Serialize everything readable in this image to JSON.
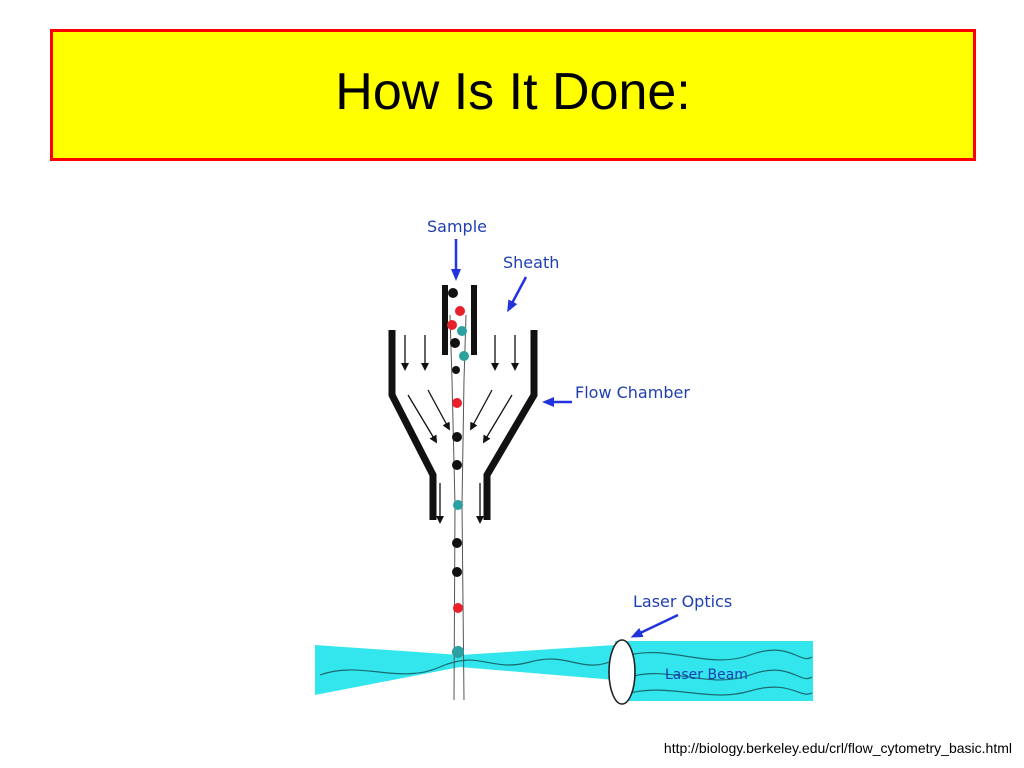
{
  "slide": {
    "title": "How Is It Done:",
    "source_url": "http://biology.berkeley.edu/crl/flow_cytometry_basic.html"
  },
  "diagram": {
    "labels": {
      "sample": "Sample",
      "sheath": "Sheath",
      "flow_chamber": "Flow Chamber",
      "laser_optics": "Laser Optics",
      "laser_beam": "Laser Beam"
    },
    "colors": {
      "title_background": "#ffff00",
      "title_border": "#ff0000",
      "label_text": "#1f3fb0",
      "pointer_arrow": "#2233dd",
      "laser_beam": "#33e6ee",
      "cell_black": "#111111",
      "cell_red": "#e8202a",
      "cell_teal": "#2aa0a0"
    }
  }
}
